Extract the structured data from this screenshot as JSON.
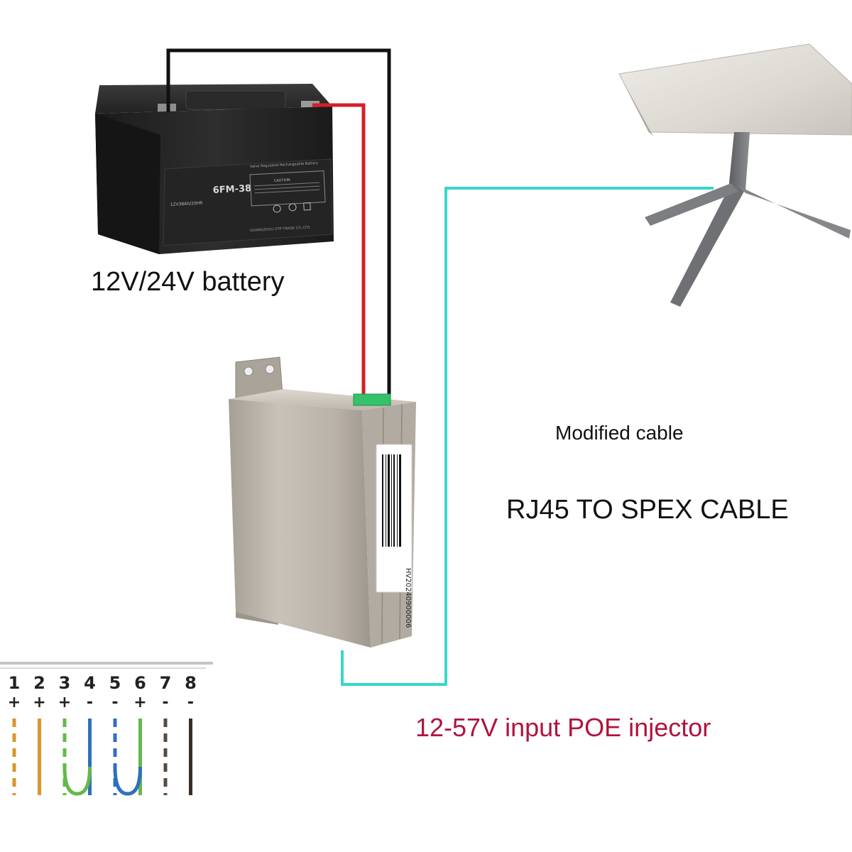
{
  "battery": {
    "caption": "12V/24V battery",
    "model": "6FM-38",
    "rating": "12V38Ah/20HR",
    "header_strip": "Valve Regulated Rechargeable Battery",
    "warning_title": "CAUTION",
    "maker": "GUANGZHOU OTP TRADE CO.,LTD."
  },
  "labels": {
    "modified_cable": "Modified cable",
    "rj45_cable": "RJ45 TO SPEX CABLE",
    "injector": "12-57V input POE injector"
  },
  "injector": {
    "serial": "HV20240900006"
  },
  "pinout": {
    "pins": [
      {
        "num": "1",
        "sign": "+",
        "color": "#d9962e",
        "style": "dashed"
      },
      {
        "num": "2",
        "sign": "+",
        "color": "#d9962e",
        "style": "solid"
      },
      {
        "num": "3",
        "sign": "+",
        "color": "#62b94a",
        "style": "dashed"
      },
      {
        "num": "4",
        "sign": "-",
        "color": "#2f6fc0",
        "style": "solid"
      },
      {
        "num": "5",
        "sign": "-",
        "color": "#2f6fc0",
        "style": "dashed"
      },
      {
        "num": "6",
        "sign": "+",
        "color": "#62b94a",
        "style": "solid"
      },
      {
        "num": "7",
        "sign": "-",
        "color": "#5a4a3e",
        "style": "dashed"
      },
      {
        "num": "8",
        "sign": "-",
        "color": "#3a2e26",
        "style": "solid"
      }
    ]
  },
  "colors": {
    "wire_black": "#111111",
    "wire_red": "#d81e2a",
    "ethernet_cable": "#39d6cc",
    "injector_text": "#b0143c"
  }
}
